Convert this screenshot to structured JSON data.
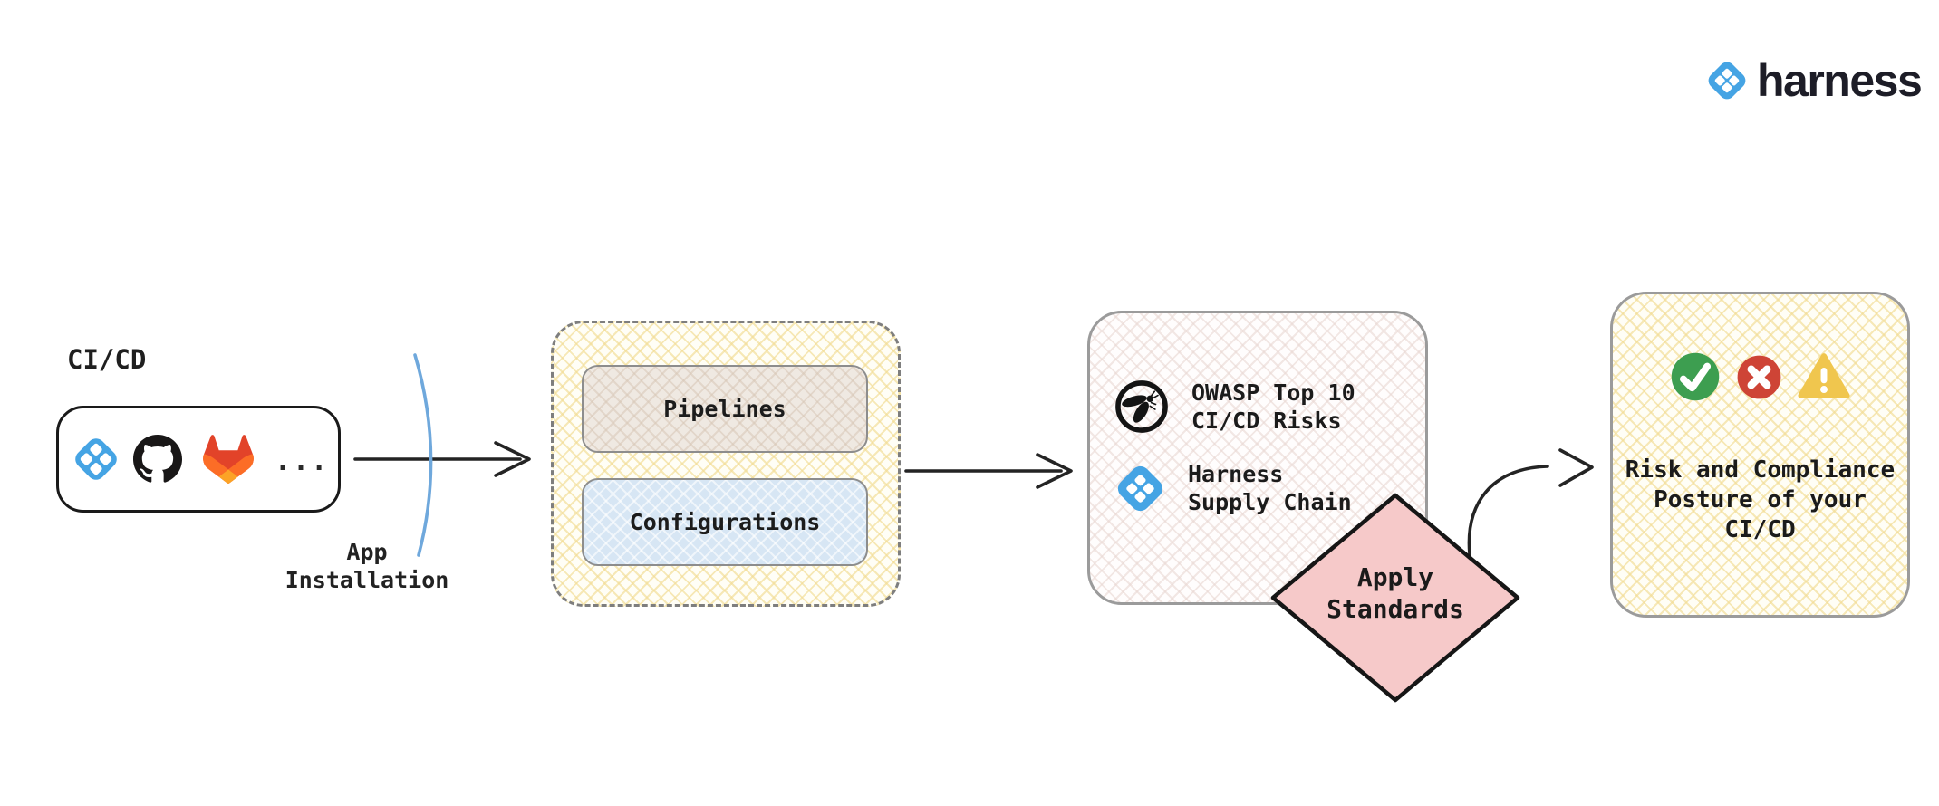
{
  "brand": {
    "wordmark": "harness"
  },
  "source": {
    "label": "CI/CD",
    "icons": [
      "harness-icon",
      "github-icon",
      "gitlab-icon"
    ],
    "more": "..."
  },
  "app_installation": {
    "line1": "App",
    "line2": "Installation"
  },
  "pipeline_group": {
    "pipelines": "Pipelines",
    "configurations": "Configurations"
  },
  "standards": {
    "owasp": {
      "icon": "owasp-icon",
      "line1": "OWASP Top 10",
      "line2": "CI/CD Risks"
    },
    "harness": {
      "icon": "harness-icon",
      "line1": "Harness",
      "line2": "Supply Chain"
    }
  },
  "decision": {
    "line1": "Apply",
    "line2": "Standards"
  },
  "result": {
    "icons": [
      "check-icon",
      "cross-icon",
      "warning-icon"
    ],
    "line1": "Risk and Compliance",
    "line2": "Posture of your",
    "line3": "CI/CD"
  },
  "colors": {
    "harness_blue": "#45a4e4",
    "diamond_fill": "#f6c9c9",
    "check_green": "#3d9e50",
    "cross_red": "#ce4436",
    "warning_yellow": "#f0c64e",
    "arrow": "#242424",
    "install_curve": "#6fa8dc",
    "hatch_yellow_line": "#f2dc94",
    "hatch_pink_line": "#e9d8d3"
  }
}
